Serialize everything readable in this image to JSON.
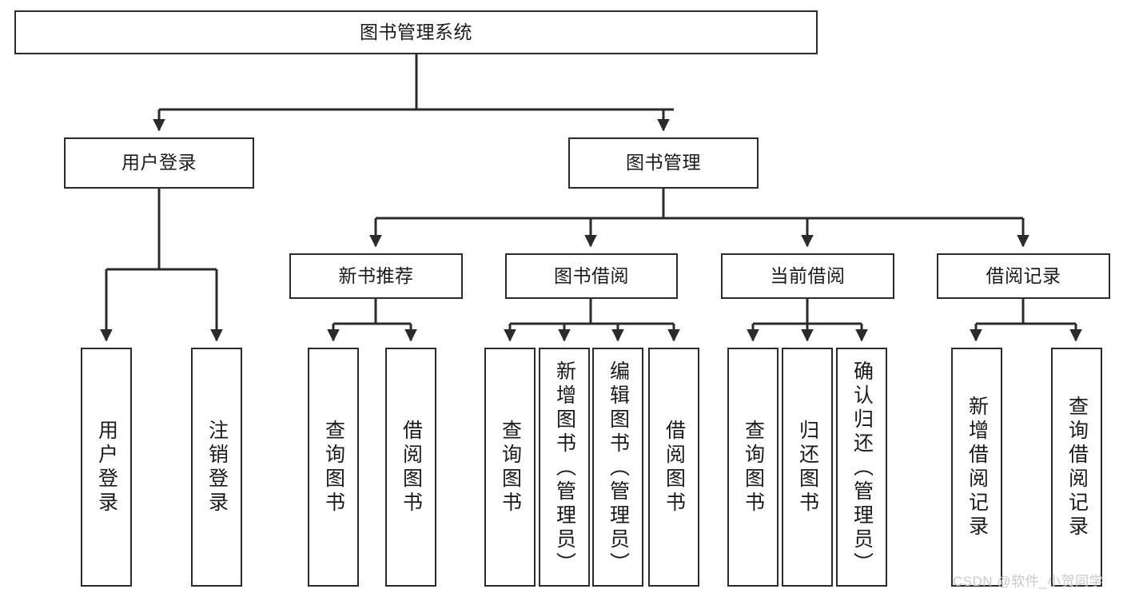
{
  "diagram": {
    "title": "图书管理系统",
    "type": "function-structure-tree",
    "stroke_color": "#2b2b2b",
    "fill_color": "#ffffff",
    "text_color": "#1a1a1a",
    "watermark": "CSDN @软件_小贺同学"
  },
  "nodes": {
    "root": {
      "label": "图书管理系统"
    },
    "level1": [
      {
        "id": "user-login",
        "label": "用户登录"
      },
      {
        "id": "book-manage",
        "label": "图书管理"
      }
    ],
    "level2": [
      {
        "id": "new-book-recommend",
        "label": "新书推荐"
      },
      {
        "id": "book-borrow",
        "label": "图书借阅"
      },
      {
        "id": "current-borrow",
        "label": "当前借阅"
      },
      {
        "id": "borrow-record",
        "label": "借阅记录"
      }
    ],
    "leaves": {
      "user_login": [
        {
          "id": "leaf-user-login",
          "label": "用户登录"
        },
        {
          "id": "leaf-logout-login",
          "label": "注销登录"
        }
      ],
      "new_book_recommend": [
        {
          "id": "leaf-query-book-1",
          "label": "查询图书"
        },
        {
          "id": "leaf-borrow-book-1",
          "label": "借阅图书"
        }
      ],
      "book_borrow": [
        {
          "id": "leaf-query-book-2",
          "label": "查询图书"
        },
        {
          "id": "leaf-add-book",
          "label": "新增图书（管理员）"
        },
        {
          "id": "leaf-edit-book",
          "label": "编辑图书（管理员）"
        },
        {
          "id": "leaf-borrow-book-2",
          "label": "借阅图书"
        }
      ],
      "current_borrow": [
        {
          "id": "leaf-query-book-3",
          "label": "查询图书"
        },
        {
          "id": "leaf-return-book",
          "label": "归还图书"
        },
        {
          "id": "leaf-confirm-return",
          "label": "确认归还（管理员）"
        }
      ],
      "borrow_record": [
        {
          "id": "leaf-add-record",
          "label": "新增借阅记录"
        },
        {
          "id": "leaf-query-record",
          "label": "查询借阅记录"
        }
      ]
    }
  }
}
